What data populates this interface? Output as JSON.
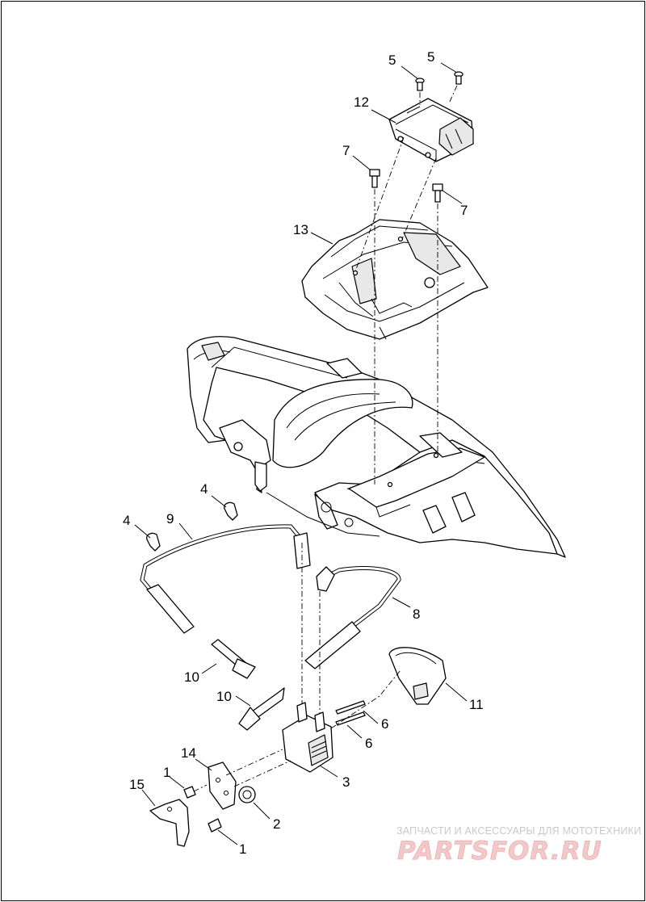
{
  "callouts": [
    {
      "id": "c5a",
      "text": "5"
    },
    {
      "id": "c5b",
      "text": "5"
    },
    {
      "id": "c12",
      "text": "12"
    },
    {
      "id": "c7a",
      "text": "7"
    },
    {
      "id": "c7b",
      "text": "7"
    },
    {
      "id": "c13",
      "text": "13"
    },
    {
      "id": "c4a",
      "text": "4"
    },
    {
      "id": "c4b",
      "text": "4"
    },
    {
      "id": "c9",
      "text": "9"
    },
    {
      "id": "c8",
      "text": "8"
    },
    {
      "id": "c10a",
      "text": "10"
    },
    {
      "id": "c10b",
      "text": "10"
    },
    {
      "id": "c11",
      "text": "11"
    },
    {
      "id": "c6a",
      "text": "6"
    },
    {
      "id": "c6b",
      "text": "6"
    },
    {
      "id": "c14",
      "text": "14"
    },
    {
      "id": "c3",
      "text": "3"
    },
    {
      "id": "c1a",
      "text": "1"
    },
    {
      "id": "c15",
      "text": "15"
    },
    {
      "id": "c2",
      "text": "2"
    },
    {
      "id": "c1b",
      "text": "1"
    }
  ],
  "watermark": {
    "caption": "ЗАПЧАСТИ И АКСЕССУАРЫ ДЛЯ МОТОТЕХНИКИ",
    "logo_text": "PARTSFOR.RU",
    "caption_color": "#c9c9c9",
    "logo_color": "#f3c8c8"
  }
}
